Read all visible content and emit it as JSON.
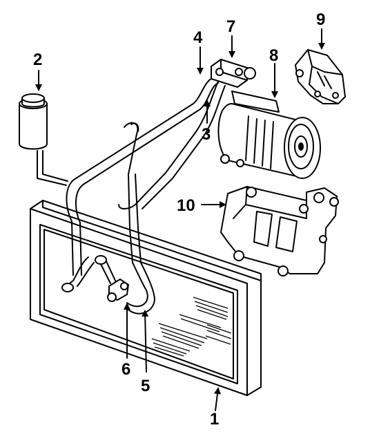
{
  "callouts": [
    {
      "id": "1",
      "label": "1",
      "part": "condenser"
    },
    {
      "id": "2",
      "label": "2",
      "part": "accumulator"
    },
    {
      "id": "3",
      "label": "3",
      "part": "hose"
    },
    {
      "id": "4",
      "label": "4",
      "part": "hose"
    },
    {
      "id": "5",
      "label": "5",
      "part": "hose"
    },
    {
      "id": "6",
      "label": "6",
      "part": "fitting"
    },
    {
      "id": "7",
      "label": "7",
      "part": "manifold"
    },
    {
      "id": "8",
      "label": "8",
      "part": "compressor"
    },
    {
      "id": "9",
      "label": "9",
      "part": "bracket"
    },
    {
      "id": "10",
      "label": "10",
      "part": "mounting-bracket"
    }
  ]
}
